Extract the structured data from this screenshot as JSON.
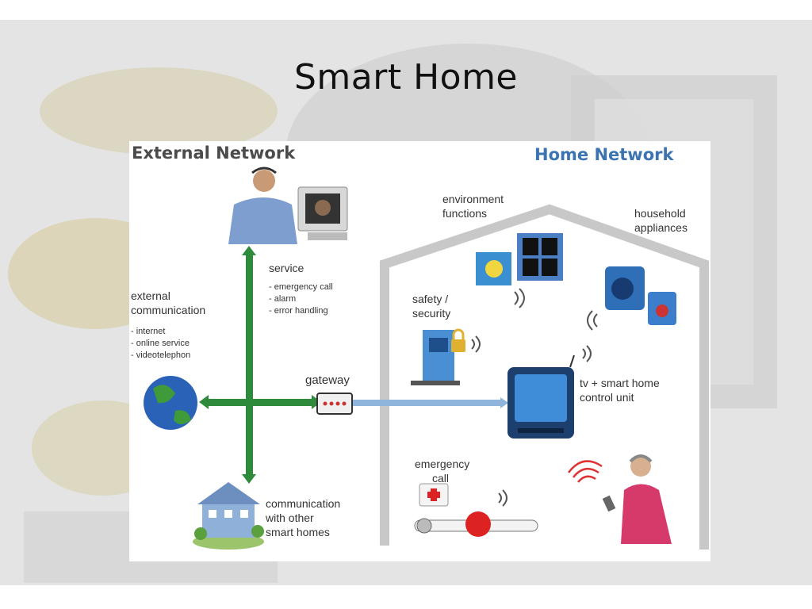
{
  "slide": {
    "title": "Smart Home"
  },
  "diagram": {
    "external_heading": "External Network",
    "home_heading": "Home Network",
    "service": {
      "title": "service",
      "items": [
        "- emergency call",
        "- alarm",
        "- error handling"
      ]
    },
    "external_comm": {
      "title_lines": [
        "external",
        "communication"
      ],
      "items": [
        "- internet",
        "- online service",
        "- videotelephon"
      ]
    },
    "gateway": "gateway",
    "other_homes": [
      "communication",
      "with other",
      "smart homes"
    ],
    "environment": [
      "environment",
      "functions"
    ],
    "appliances": [
      "household",
      "appliances"
    ],
    "safety": [
      "safety /",
      "security"
    ],
    "tv_unit": [
      "tv + smart home",
      "control unit"
    ],
    "emergency": [
      "emergency",
      "call"
    ]
  },
  "colors": {
    "external_heading": "#4b4b4b",
    "home_heading": "#3b74b0",
    "network_line": "#2e8b3c",
    "home_line": "#8fb5dc"
  }
}
